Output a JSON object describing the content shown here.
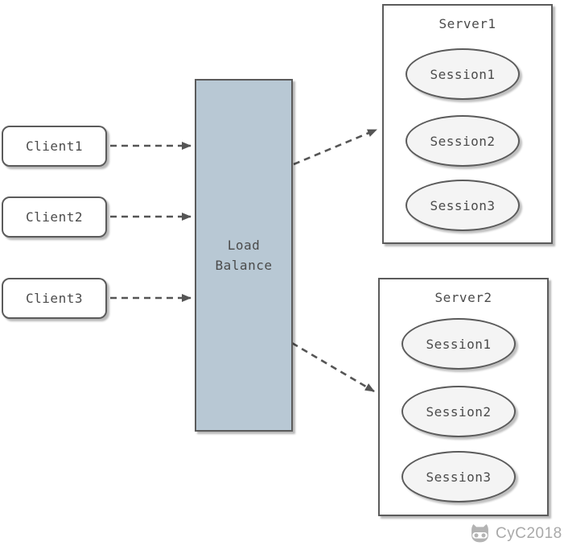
{
  "diagram": {
    "clients": [
      {
        "label": "Client1"
      },
      {
        "label": "Client2"
      },
      {
        "label": "Client3"
      }
    ],
    "load_balancer": {
      "label": "Load Balance"
    },
    "servers": [
      {
        "title": "Server1",
        "sessions": [
          "Session1",
          "Session2",
          "Session3"
        ]
      },
      {
        "title": "Server2",
        "sessions": [
          "Session1",
          "Session2",
          "Session3"
        ]
      }
    ],
    "watermark": {
      "text": "CyC2018",
      "icon": "octocat-icon"
    },
    "colors": {
      "load_balancer_fill": "#b8c8d4",
      "session_fill": "#f4f4f4",
      "node_border": "#5b5b5b",
      "node_text": "#4b4b4b",
      "arrow": "#555555",
      "watermark": "#a9a9a9"
    }
  }
}
